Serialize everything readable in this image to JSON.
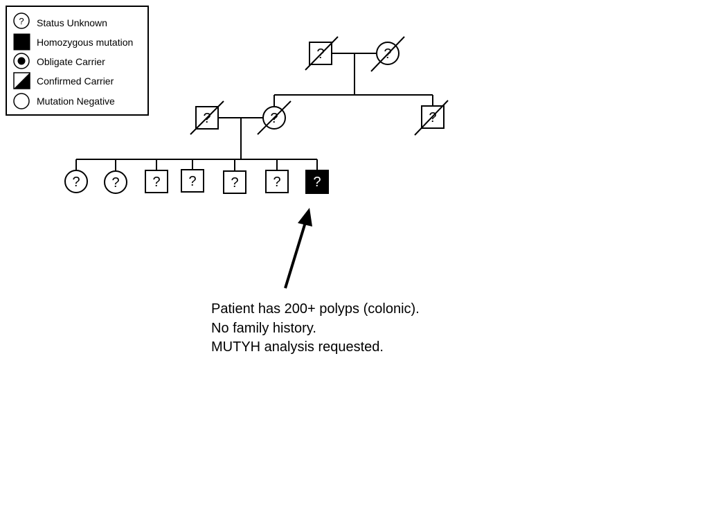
{
  "legend": {
    "items": [
      {
        "key": "unknown",
        "label": "Status Unknown",
        "symbol": "circle-question"
      },
      {
        "key": "homozygous",
        "label": "Homozygous mutation",
        "symbol": "filled-square"
      },
      {
        "key": "obligate",
        "label": "Obligate Carrier",
        "symbol": "circle-with-dot"
      },
      {
        "key": "confirmed",
        "label": "Confirmed Carrier",
        "symbol": "half-filled-square"
      },
      {
        "key": "negative",
        "label": "Mutation Negative",
        "symbol": "empty-circle"
      }
    ]
  },
  "pedigree": {
    "unknown_mark": "?",
    "individuals": [
      {
        "id": "grandfather",
        "sex": "male",
        "status": "unknown",
        "deceased": true
      },
      {
        "id": "grandmother",
        "sex": "female",
        "status": "unknown",
        "deceased": true
      },
      {
        "id": "father",
        "sex": "male",
        "status": "unknown",
        "deceased": true
      },
      {
        "id": "mother",
        "sex": "female",
        "status": "unknown",
        "deceased": true
      },
      {
        "id": "uncle",
        "sex": "male",
        "status": "unknown",
        "deceased": true
      },
      {
        "id": "sibling-1",
        "sex": "female",
        "status": "unknown",
        "deceased": false
      },
      {
        "id": "sibling-2",
        "sex": "female",
        "status": "unknown",
        "deceased": false
      },
      {
        "id": "sibling-3",
        "sex": "male",
        "status": "unknown",
        "deceased": false
      },
      {
        "id": "sibling-4",
        "sex": "male",
        "status": "unknown",
        "deceased": false
      },
      {
        "id": "sibling-5",
        "sex": "male",
        "status": "unknown",
        "deceased": false
      },
      {
        "id": "sibling-6",
        "sex": "male",
        "status": "unknown",
        "deceased": false
      },
      {
        "id": "proband",
        "sex": "male",
        "status": "homozygous",
        "deceased": false,
        "proband": true
      }
    ]
  },
  "note": {
    "lines": [
      "Patient has 200+ polyps (colonic).",
      "No family history.",
      "MUTYH analysis requested."
    ]
  }
}
